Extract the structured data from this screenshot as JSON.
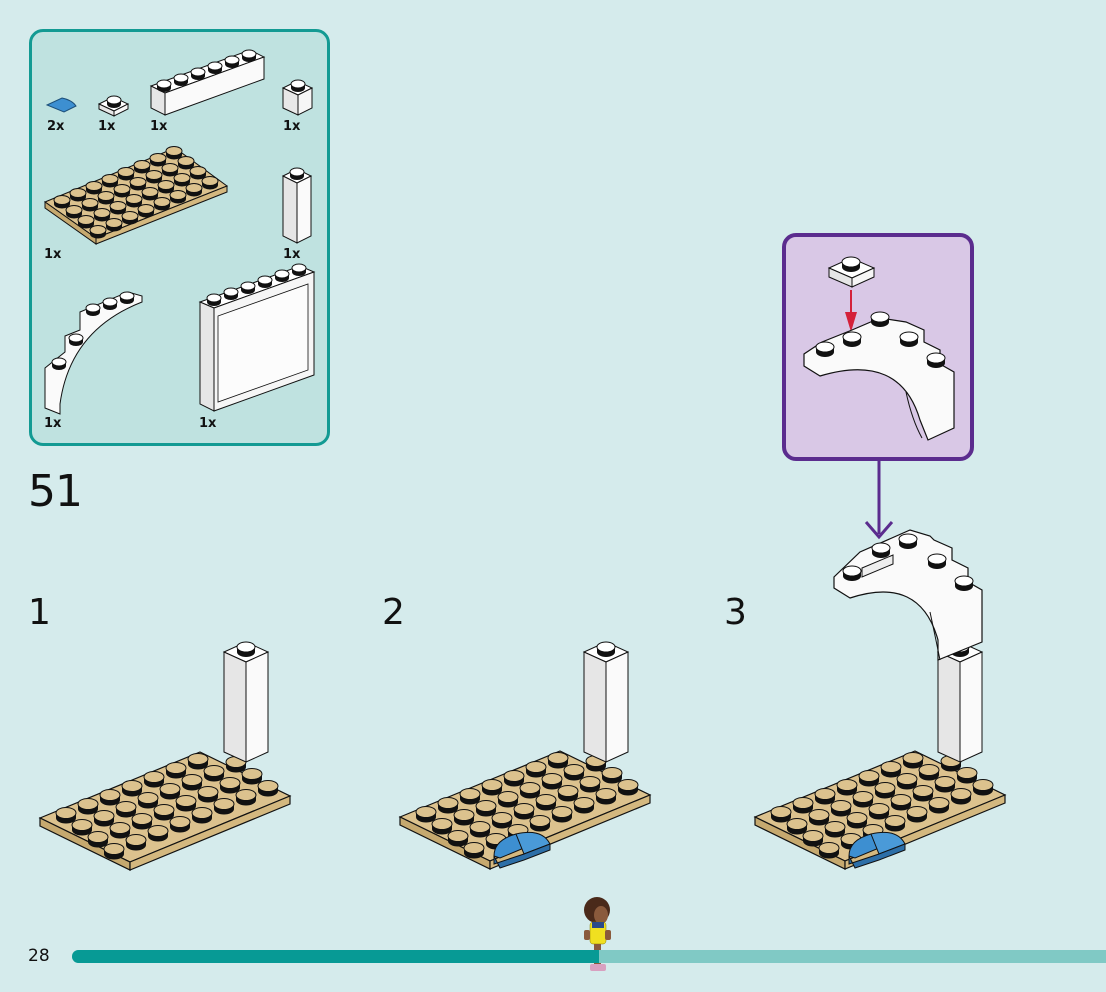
{
  "page": {
    "page_number": "28",
    "step_number": "51",
    "progress_fraction": 0.51
  },
  "parts_list": {
    "items": [
      {
        "name": "Tile 1x1 quarter round",
        "color": "blue",
        "quantity": "2x"
      },
      {
        "name": "Plate 1x1",
        "color": "white",
        "quantity": "1x"
      },
      {
        "name": "Brick 1x6",
        "color": "white",
        "quantity": "1x"
      },
      {
        "name": "Brick 1x1",
        "color": "white",
        "quantity": "1x"
      },
      {
        "name": "Plate 4x8",
        "color": "tan",
        "quantity": "1x"
      },
      {
        "name": "Brick 1x1x3",
        "color": "white",
        "quantity": "1x"
      },
      {
        "name": "Arch 1x5x4",
        "color": "white",
        "quantity": "1x"
      },
      {
        "name": "Panel 1x6x5",
        "color": "white",
        "quantity": "1x"
      }
    ]
  },
  "sub_steps": [
    {
      "label": "1"
    },
    {
      "label": "2"
    },
    {
      "label": "3"
    }
  ],
  "callout": {
    "description": "Attach 1x1 plate onto arch"
  },
  "colors": {
    "background": "#d5ebec",
    "parts_box_border": "#139a93",
    "parts_box_fill": "#bfe2e0",
    "callout_border": "#5b2c8e",
    "callout_fill": "#d9c8e6",
    "tan": "#dcc28e",
    "blue": "#3d8fd1",
    "progress_done": "#079a95",
    "progress_remaining": "#80c9c5",
    "arrow_red": "#d4213a"
  }
}
